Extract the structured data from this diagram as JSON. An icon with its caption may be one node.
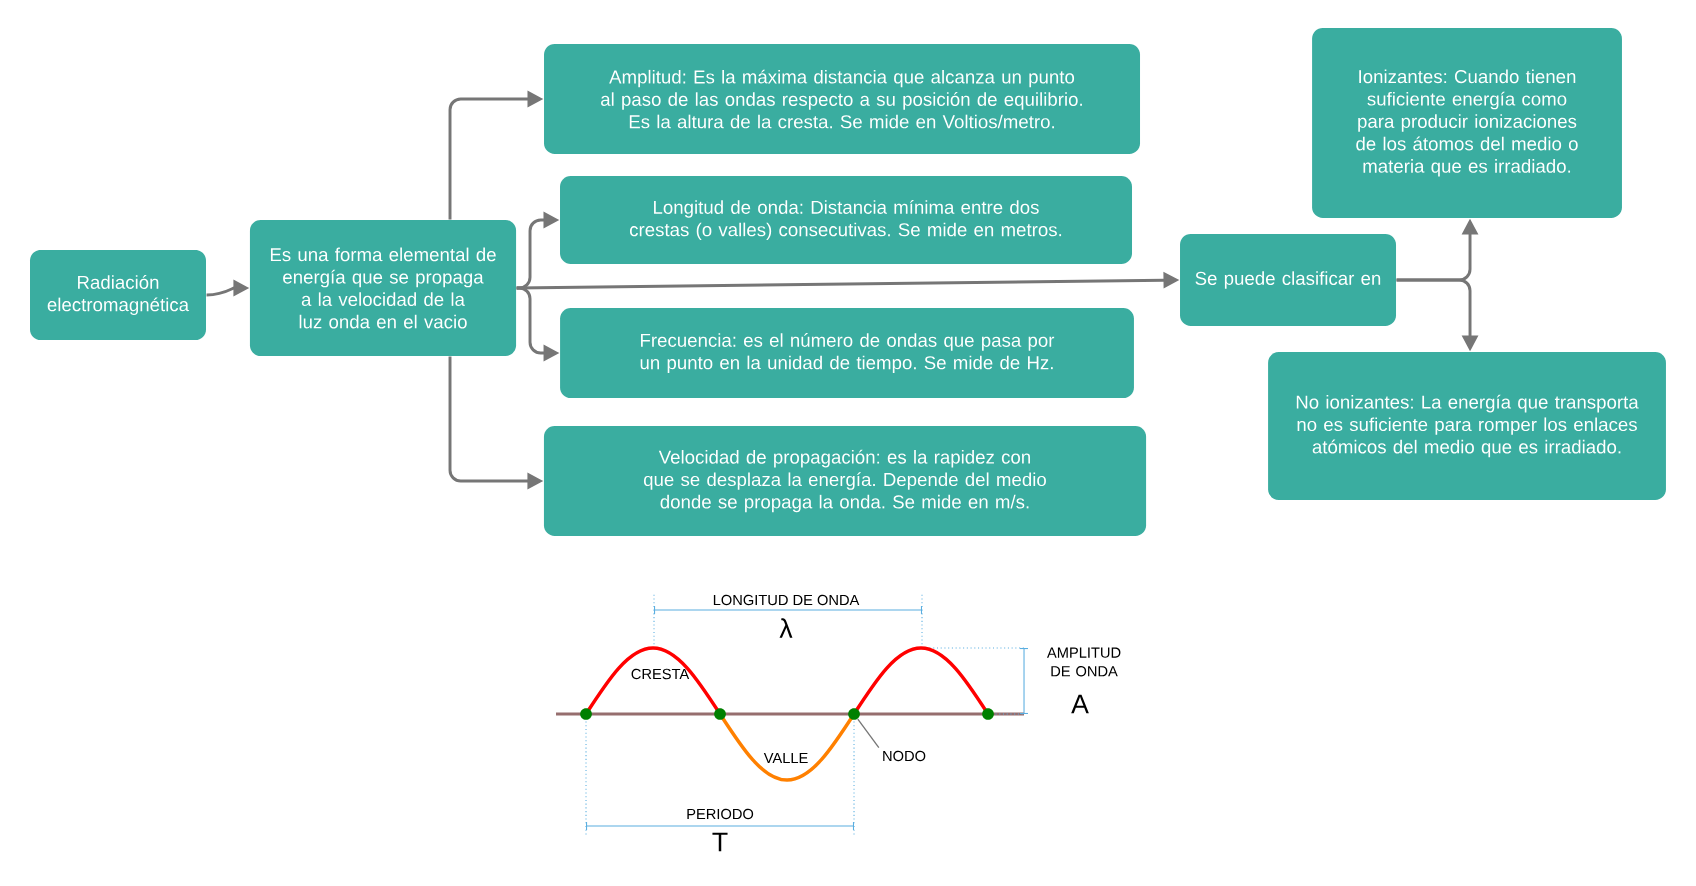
{
  "diagram": {
    "nodes": [
      {
        "text": [
          "Radiación electromagnética"
        ]
      },
      {
        "text": [
          "Es una forma elemental de energía que se propaga a la velocidad de la luz onda en el vacio"
        ]
      },
      {
        "text": [
          "Amplitud: Es la máxima distancia que alcanza un punto al paso de las ondas respecto a su posición de equilibrio. Es la altura de la cresta. Se mide en Voltios/metro."
        ]
      },
      {
        "text": [
          "Longitud de onda: Distancia mínima entre dos crestas (o valles) consecutivas. Se mide en metros."
        ]
      },
      {
        "text": [
          "Frecuencia: es el número de ondas que pasa por un punto en la unidad de tiempo. Se mide de Hz."
        ]
      },
      {
        "text": [
          "Velocidad de propagación: es la rapidez con que se desplaza la energía. Depende del medio donde se propaga la onda. Se mide en m/s."
        ]
      },
      {
        "text": [
          "Se puede clasificar en"
        ]
      },
      {
        "text": [
          "Ionizantes: Cuando tienen suficiente energía como para producir ionizaciones de los átomos del medio o materia que es irradiado."
        ]
      },
      {
        "text": [
          "No ionizantes: La energía que transporta no es suficiente para romper los enlaces atómicos del medio que es irradiado."
        ]
      },
      {
        "text": [
          "NODO"
        ]
      },
      {
        "text": [],
        "shape": "circle"
      }
    ],
    "edges": [
      {
        "from": 0,
        "to": 1,
        "arrow": "to"
      },
      {
        "from": 1,
        "to": 2,
        "arrow": "to"
      },
      {
        "from": 1,
        "to": 3,
        "arrow": "to"
      },
      {
        "from": 1,
        "to": 4,
        "arrow": "to"
      },
      {
        "from": 1,
        "to": 5,
        "arrow": "to"
      },
      {
        "from": 1,
        "to": 6,
        "arrow": "to"
      },
      {
        "from": 6,
        "to": 7,
        "arrow": "to"
      },
      {
        "from": 6,
        "to": 8,
        "arrow": "to"
      },
      {
        "from": 9,
        "to": 10,
        "arrow": "none"
      }
    ],
    "labels": [
      "LONGITUD DE ONDA",
      "λ",
      "AMPLITUD DE ONDA",
      "CRESTA",
      "A",
      "VALLE",
      "PERIODO",
      "T"
    ]
  }
}
